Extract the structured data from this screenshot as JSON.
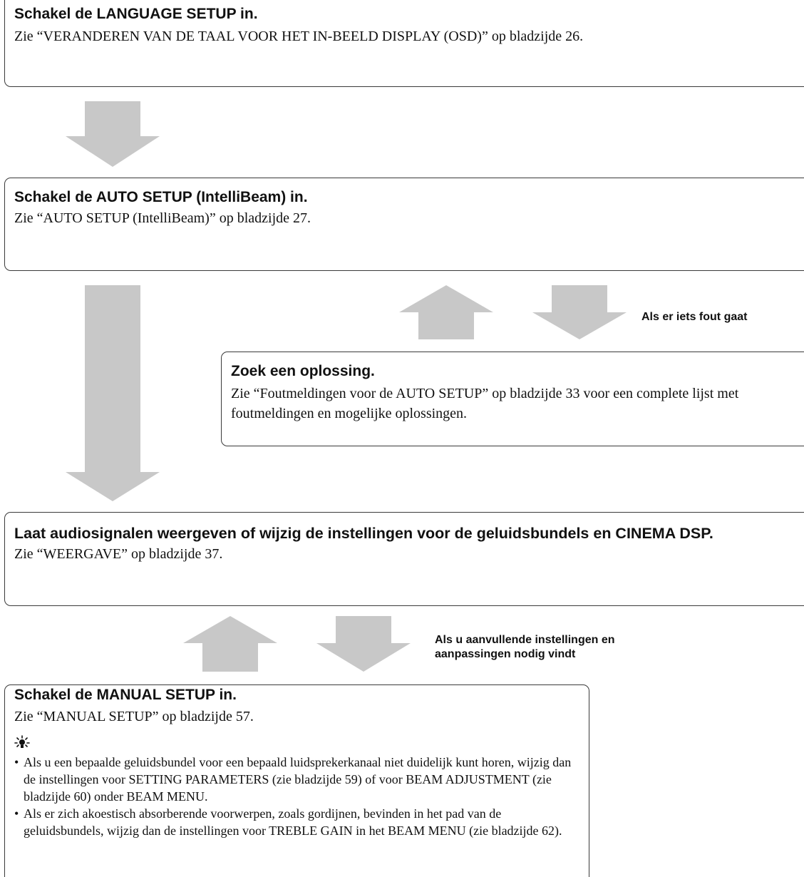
{
  "step_language": {
    "title": "Schakel de LANGUAGE SETUP in.",
    "text": "Zie “VERANDEREN VAN DE TAAL VOOR HET IN-BEELD DISPLAY (OSD)” op bladzijde 26."
  },
  "step_auto": {
    "title": "Schakel de AUTO SETUP (IntelliBeam) in.",
    "text": "Zie “AUTO SETUP (IntelliBeam)” op bladzijde 27."
  },
  "error_branch": {
    "caption": "Als er iets fout gaat",
    "title": "Zoek een oplossing.",
    "text": "Zie “Foutmeldingen voor de AUTO SETUP” op bladzijde 33 voor een complete lijst met foutmeldingen en mogelijke oplossingen."
  },
  "step_playback": {
    "title": "Laat audiosignalen weergeven of wijzig de instellingen voor de geluidsbundels en CINEMA DSP.",
    "text": "Zie “WEERGAVE” op bladzijde 37."
  },
  "manual_branch": {
    "caption_line1": "Als u aanvullende instellingen en",
    "caption_line2": "aanpassingen nodig vindt"
  },
  "step_manual": {
    "title": "Schakel de MANUAL SETUP in.",
    "text": "Zie “MANUAL SETUP” op bladzijde 57.",
    "tip_icon": "lightbulb-tip-icon",
    "tips": [
      "Als u een bepaalde geluidsbundel voor een bepaald luidsprekerkanaal niet duidelijk kunt horen, wijzig dan de instellingen voor SETTING PARAMETERS (zie bladzijde 59) of voor BEAM ADJUSTMENT (zie bladzijde 60) onder BEAM MENU.",
      "Als er zich akoestisch absorberende voorwerpen, zoals gordijnen, bevinden in het pad van de geluidsbundels, wijzig dan de instellingen voor TREBLE GAIN in het BEAM MENU (zie bladzijde 62)."
    ]
  },
  "colors": {
    "arrow": "#c8c8c8",
    "border": "#3a3a3a",
    "text": "#111111"
  }
}
